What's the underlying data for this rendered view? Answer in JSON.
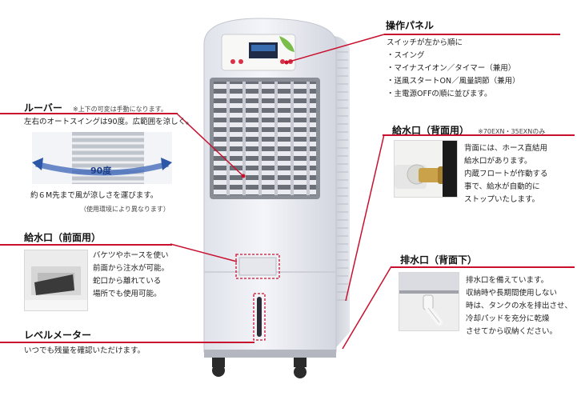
{
  "panel": {
    "title": "操作パネル",
    "lines": [
      "スイッチが左から順に",
      "・スイング",
      "・マイナスイオン／タイマー（兼用）",
      "・送風スタートON／風量調節（兼用）",
      "・主電源OFFの順に並びます。"
    ]
  },
  "louver": {
    "title": "ルーバー",
    "note": "※上下の可変は手動になります。",
    "desc": "左右のオートスイングは90度。広範囲を涼しく。",
    "angle_label": "90度",
    "distance": "約６M先まで風が涼しさを運びます。",
    "distance_note": "（使用環境により異なります）"
  },
  "inlet_back": {
    "title": "給水口（背面用）",
    "note": "※70EXN・35EXNのみ",
    "lines": [
      "背面には、ホース直結用",
      "給水口があります。",
      "内蔵フロートが作動する",
      "事で、給水が自動的に",
      "ストップいたします。"
    ]
  },
  "inlet_front": {
    "title": "給水口（前面用）",
    "lines": [
      "バケツやホースを使い",
      "前面から注水が可能。",
      "蛇口から離れている",
      "場所でも使用可能。"
    ]
  },
  "drain": {
    "title": "排水口（背面下）",
    "lines": [
      "排水口を備えています。",
      "収納時や長期間使用しない",
      "時は、タンクの水を排出させ、",
      "冷却パッドを充分に乾燥",
      "させてから収納ください。"
    ]
  },
  "level": {
    "title": "レベルメーター",
    "desc": "いつでも残量を確認いただけます。"
  },
  "colors": {
    "accent": "#c8102e",
    "body": "#eceef3"
  }
}
